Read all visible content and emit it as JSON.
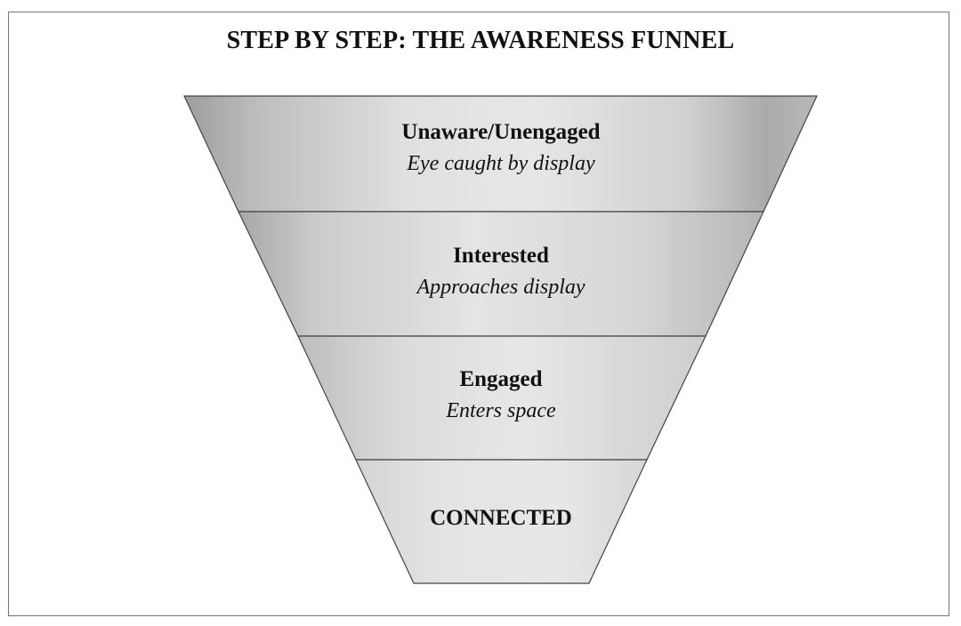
{
  "title": "STEP BY STEP: THE AWARENESS FUNNEL",
  "stages": [
    {
      "heading": "Unaware/Unengaged",
      "subtitle": "Eye caught by display"
    },
    {
      "heading": "Interested",
      "subtitle": "Approaches display"
    },
    {
      "heading": "Engaged",
      "subtitle": "Enters space"
    },
    {
      "heading": "CONNECTED",
      "subtitle": ""
    }
  ],
  "colors": {
    "edge": "#a8a9ab",
    "center": "#e6e7e8",
    "stroke": "#444444"
  }
}
